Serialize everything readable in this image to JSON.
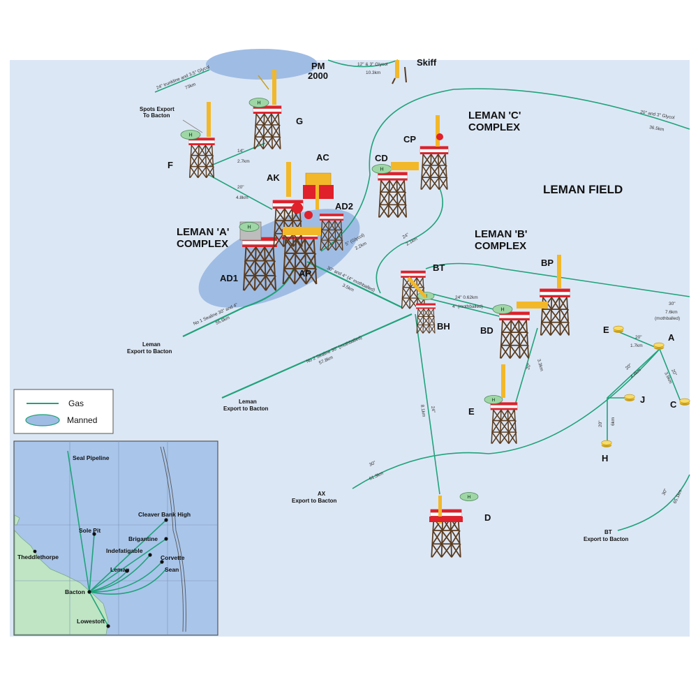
{
  "field_title": "LEMAN FIELD",
  "complexes": {
    "leman_a": [
      "LEMAN 'A'",
      "COMPLEX"
    ],
    "leman_b": [
      "LEMAN 'B'",
      "COMPLEX"
    ],
    "leman_c": [
      "LEMAN 'C'",
      "COMPLEX"
    ]
  },
  "platforms": {
    "pm_line1": "PM",
    "pm_line2": "2000",
    "skiff": "Skiff",
    "g": "G",
    "f": "F",
    "ak": "AK",
    "ac": "AC",
    "ad2": "AD2",
    "ad1": "AD1",
    "ap": "AP",
    "cd": "CD",
    "cp": "CP",
    "bt": "BT",
    "bh": "BH",
    "bd": "BD",
    "bp": "BP",
    "e_platform": "E",
    "d": "D"
  },
  "subsea_wells": {
    "e": "E",
    "a": "A",
    "j": "J",
    "c": "C",
    "h": "H"
  },
  "exports": {
    "spots": [
      "Spots Export",
      "To Bacton"
    ],
    "leman1": [
      "Leman",
      "Export to Bacton"
    ],
    "leman2": [
      "Leman",
      "Export to Bacton"
    ],
    "ax": [
      "AX",
      "Export to Bacton"
    ],
    "bt": [
      "BT",
      "Export to Bacton"
    ]
  },
  "pipe_annotations": {
    "trunkline": "24\" trunkline and 3.5\" Glycol",
    "trunk_len": "73km",
    "skiff_spec": "12\" & 3\" Glycol",
    "skiff_len": "10.3km",
    "f_g_spec": "14\"",
    "f_g_len": "2.7km",
    "f_a_spec": "20\"",
    "f_a_len": "4.8km",
    "ad2_cd_spec": "5\" (Glycol)",
    "ad2_cd_len": "2.2km",
    "cp_bt_spec": "24\"",
    "cp_bt_len": "2.1km",
    "ap_bt_spec": "30\" and 4\" (4\" mothballed)",
    "ap_bt_len": "3.5km",
    "sealine1_spec": "No 1 Sealine 30\" and 4\"",
    "sealine1_len": "55.6km",
    "sealine2_spec": "No 2 Sealine 30\" (mothballed)",
    "sealine2_len": "57.8km",
    "bh_bd_spec": "24\" 0.62km",
    "bh_bd_spec2": "4\" (mothballed)",
    "top_right_spec": "20\" and 3\" Glycol",
    "top_right_len": "36.5km",
    "bp_right_spec": "30\"",
    "bp_right_len": "7.6km",
    "bp_right_note": "(mothballed)",
    "e_a_spec": "20\"",
    "e_a_len": "1.7km",
    "a_j_spec": "20\"",
    "a_j_len": "4.4km",
    "a_c_spec": "20\"",
    "a_c_len": "3.9km",
    "j_h_spec": "20\"",
    "j_h_len": "6km",
    "e_bd_spec": "20\"",
    "e_bd_len": "3.3km",
    "bh_d_spec": "24\"",
    "bh_d_len": "8.1km",
    "ax_spec": "30\"",
    "ax_len": "61.3km",
    "bt_exp_spec": "30\"",
    "bt_exp_len": "65.1km"
  },
  "legend": {
    "gas": "Gas",
    "manned": "Manned"
  },
  "inset": {
    "seal_pipeline": "Seal Pipeline",
    "cleaver_bank_high": "Cleaver Bank High",
    "sole_pit": "Sole Pit",
    "brigantine": "Brigantine",
    "indefatigable": "Indefatigable",
    "corvette": "Corvette",
    "theddlethorpe": "Theddlethorpe",
    "leman": "Leman",
    "sean": "Sean",
    "bacton": "Bacton",
    "lowestoft": "Lowestoft"
  },
  "colors": {
    "sea": "#dce7f5",
    "pipeline": "#1fa37a",
    "manned_zone": "#9fbce4",
    "deck_red": "#e0202a",
    "jacket": "#5a3b1e",
    "structure_yellow": "#f2b829",
    "helideck": "#9fd6a6",
    "land": "#bfe5c4",
    "inset_sea": "#a9c5ea"
  }
}
